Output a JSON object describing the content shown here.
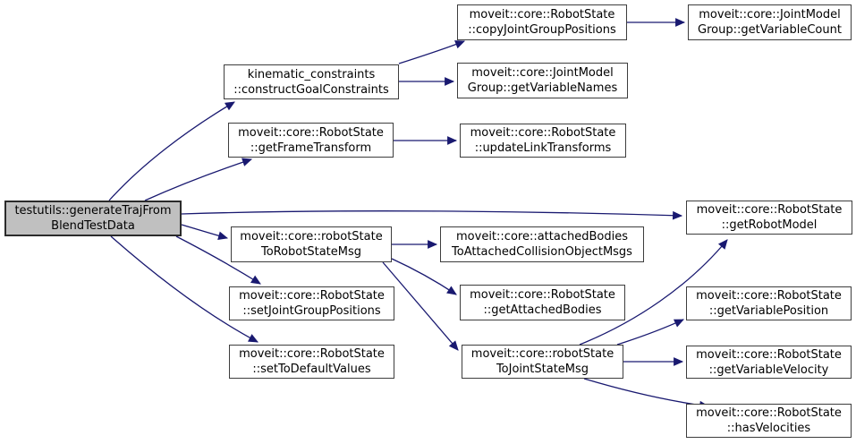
{
  "diagram": {
    "type": "doxygen-call-graph",
    "background_color": "#ffffff",
    "edge_color": "#191970",
    "node_border_color": "#3d3d3d",
    "node_fill_color": "#ffffff",
    "root_fill_color": "#c0c0c0",
    "nodes": {
      "root": {
        "label": "testutils::generateTrajFrom\nBlendTestData"
      },
      "construct_goal_constraints": {
        "label": "kinematic_constraints\n::constructGoalConstraints"
      },
      "get_frame_transform": {
        "label": "moveit::core::RobotState\n::getFrameTransform"
      },
      "copy_joint_group_positions": {
        "label": "moveit::core::RobotState\n::copyJointGroupPositions"
      },
      "get_variable_names": {
        "label": "moveit::core::JointModel\nGroup::getVariableNames"
      },
      "update_link_transforms": {
        "label": "moveit::core::RobotState\n::updateLinkTransforms"
      },
      "get_variable_count": {
        "label": "moveit::core::JointModel\nGroup::getVariableCount"
      },
      "robot_state_to_robot_state_msg": {
        "label": "moveit::core::robotState\nToRobotStateMsg"
      },
      "attached_bodies_to_attached_collision_object_msgs": {
        "label": "moveit::core::attachedBodies\nToAttachedCollisionObjectMsgs"
      },
      "get_attached_bodies": {
        "label": "moveit::core::RobotState\n::getAttachedBodies"
      },
      "set_joint_group_positions": {
        "label": "moveit::core::RobotState\n::setJointGroupPositions"
      },
      "set_to_default_values": {
        "label": "moveit::core::RobotState\n::setToDefaultValues"
      },
      "robot_state_to_joint_state_msg": {
        "label": "moveit::core::robotState\nToJointStateMsg"
      },
      "get_robot_model": {
        "label": "moveit::core::RobotState\n::getRobotModel"
      },
      "get_variable_position": {
        "label": "moveit::core::RobotState\n::getVariablePosition"
      },
      "get_variable_velocity": {
        "label": "moveit::core::RobotState\n::getVariableVelocity"
      },
      "has_velocities": {
        "label": "moveit::core::RobotState\n::hasVelocities"
      }
    },
    "edges": [
      {
        "from": "root",
        "to": "construct_goal_constraints"
      },
      {
        "from": "root",
        "to": "get_frame_transform"
      },
      {
        "from": "root",
        "to": "get_robot_model"
      },
      {
        "from": "root",
        "to": "robot_state_to_robot_state_msg"
      },
      {
        "from": "root",
        "to": "set_joint_group_positions"
      },
      {
        "from": "root",
        "to": "set_to_default_values"
      },
      {
        "from": "construct_goal_constraints",
        "to": "copy_joint_group_positions"
      },
      {
        "from": "construct_goal_constraints",
        "to": "get_variable_names"
      },
      {
        "from": "copy_joint_group_positions",
        "to": "get_variable_count"
      },
      {
        "from": "get_frame_transform",
        "to": "update_link_transforms"
      },
      {
        "from": "robot_state_to_robot_state_msg",
        "to": "attached_bodies_to_attached_collision_object_msgs"
      },
      {
        "from": "robot_state_to_robot_state_msg",
        "to": "get_attached_bodies"
      },
      {
        "from": "robot_state_to_robot_state_msg",
        "to": "robot_state_to_joint_state_msg"
      },
      {
        "from": "robot_state_to_joint_state_msg",
        "to": "get_robot_model"
      },
      {
        "from": "robot_state_to_joint_state_msg",
        "to": "get_variable_position"
      },
      {
        "from": "robot_state_to_joint_state_msg",
        "to": "get_variable_velocity"
      },
      {
        "from": "robot_state_to_joint_state_msg",
        "to": "has_velocities"
      }
    ]
  }
}
